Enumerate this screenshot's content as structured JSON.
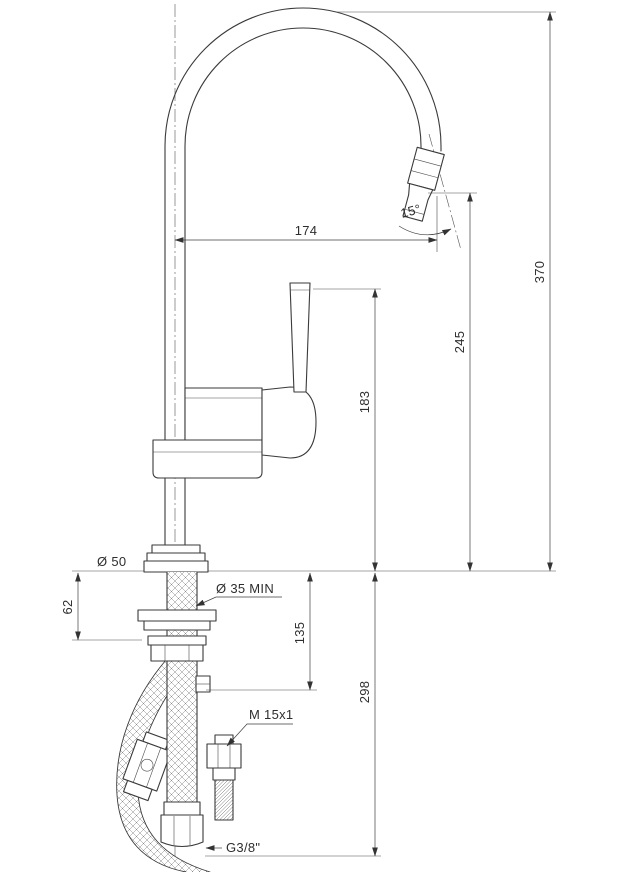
{
  "labels": {
    "spout_reach": "174",
    "spout_angle": "15°",
    "overall_height": "370",
    "outlet_height": "245",
    "body_height": "183",
    "base_diameter": "Ø 50",
    "deck_section": "62",
    "min_hole": "Ø 35 MIN",
    "under_deck_1": "135",
    "under_deck_2": "298",
    "spray_hose_thread": "M 15x1",
    "supply_thread": "G3/8\""
  },
  "colors": {
    "line": "#3a3a3a",
    "dimension": "#3f3f3f",
    "text": "#2e2e2e",
    "background": "#ffffff"
  }
}
